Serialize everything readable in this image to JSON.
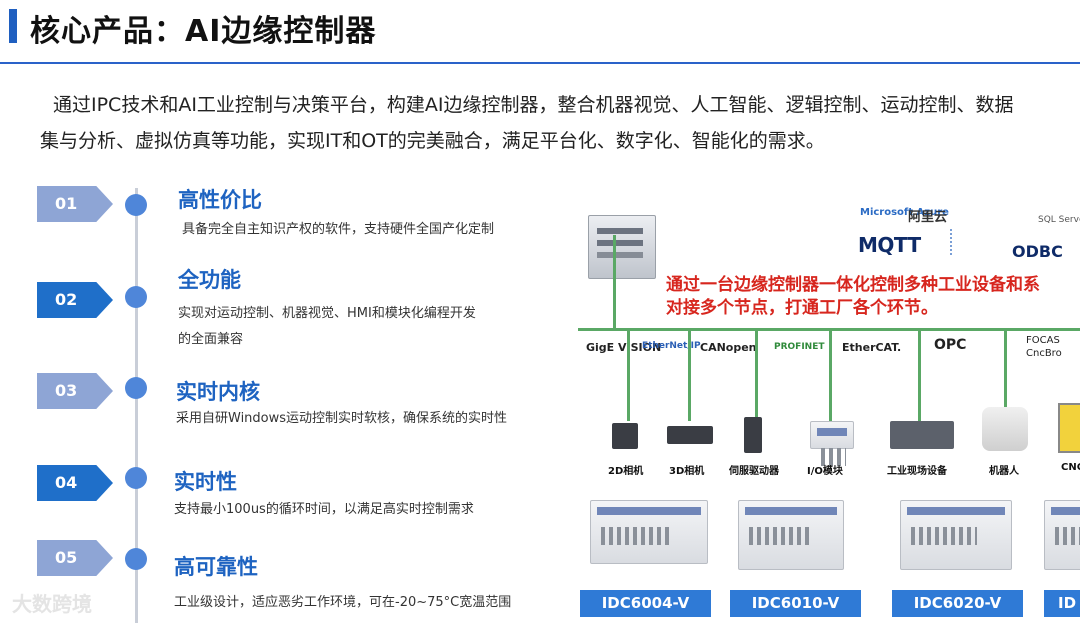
{
  "header": {
    "title": "核心产品：AI边缘控制器"
  },
  "intro": {
    "line1": "通过IPC技术和AI工业控制与决策平台，构建AI边缘控制器，整合机器视觉、人工智能、逻辑控制、运动控制、数据",
    "line2": "集与分析、虚拟仿真等功能，实现IT和OT的完美融合，满足平台化、数字化、智能化的需求。"
  },
  "features": [
    {
      "num": "01",
      "title": "高性价比",
      "desc1": "具备完全自主知识产权的软件，支持硬件全国产化定制",
      "desc2": ""
    },
    {
      "num": "02",
      "title": "全功能",
      "desc1": "实现对运动控制、机器视觉、HMI和模块化编程开发",
      "desc2": "的全面兼容"
    },
    {
      "num": "03",
      "title": "实时内核",
      "desc1": "采用自研Windows运动控制实时软核，确保系统的实时性",
      "desc2": ""
    },
    {
      "num": "04",
      "title": "实时性",
      "desc1": "支持最小100us的循环时间，以满足高实时控制需求",
      "desc2": ""
    },
    {
      "num": "05",
      "title": "高可靠性",
      "desc1": "工业级设计，适应恶劣工作环境，可在-20~75°C宽温范围",
      "desc2": ""
    }
  ],
  "watermark": "大数跨境",
  "diagram": {
    "cloud_azure": "Microsoft Azure",
    "cloud_aliyun": "阿里云",
    "mqtt": "MQTT",
    "sql": "SQL Server",
    "odbc": "ODBC",
    "headline1": "通过一台边缘控制器一体化控制多种工业设备和系",
    "headline2": "对接多个节点，打通工厂各个环节。",
    "protocols": [
      "GigE VISION",
      "EtherNet/IP",
      "CANopen",
      "PROFINET",
      "EtherCAT.",
      "OPC",
      "FOCAS CncBro"
    ],
    "devices": [
      "2D相机",
      "3D相机",
      "伺服驱动器",
      "I/O模块",
      "工业现场设备",
      "机器人",
      "CNC"
    ],
    "models": [
      "IDC6004-V",
      "IDC6010-V",
      "IDC6020-V",
      "ID"
    ]
  },
  "colors": {
    "accent": "#1f5fc0",
    "feature_title": "#1e63c1",
    "headline": "#d7261e",
    "bus": "#5aa865",
    "model_button": "#2f7ad6"
  }
}
